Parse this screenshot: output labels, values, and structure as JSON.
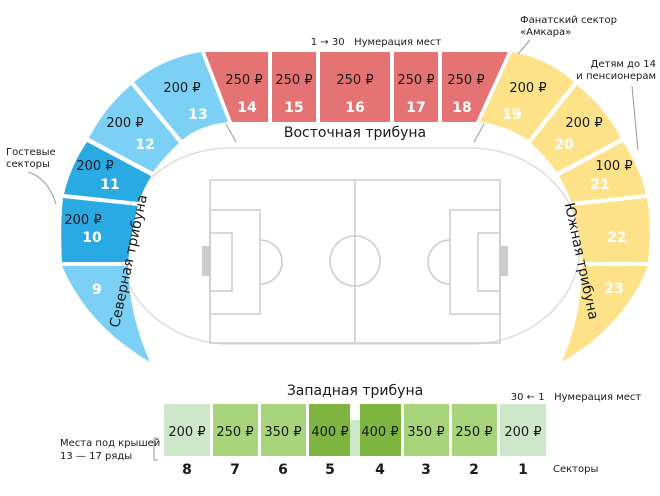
{
  "colors": {
    "east": "#e57373",
    "north_dark": "#29aae2",
    "north_light": "#7dd0f5",
    "south": "#fde28a",
    "west_light": "#cde8c8",
    "west_mid": "#a8d47b",
    "west_dark": "#7db540",
    "field": "#cccccc"
  },
  "stands": {
    "east": "Восточная трибуна",
    "north": "Северная трибуна",
    "south": "Южная трибуна",
    "west": "Западная трибуна"
  },
  "notes": {
    "east_numbering": "1 → 30   Нумерация мест",
    "fan_sector_line1": "Фанатский сектор",
    "fan_sector_line2": "«Амкара»",
    "kids_line1": "Детям до 14",
    "kids_line2": "и пенсионерам",
    "guest_line1": "Гостевые",
    "guest_line2": "секторы",
    "west_numbering": "30 ← 1   Нумерация мест",
    "roof_line1": "Места под крышей",
    "roof_line2": "13 — 17 ряды",
    "sectors_label": "Секторы"
  },
  "east_sectors": [
    {
      "num": "14",
      "price": "250 ₽"
    },
    {
      "num": "15",
      "price": "250 ₽"
    },
    {
      "num": "16",
      "price": "250 ₽"
    },
    {
      "num": "17",
      "price": "250 ₽"
    },
    {
      "num": "18",
      "price": "250 ₽"
    }
  ],
  "north_sectors": [
    {
      "num": "13",
      "price": "200 ₽"
    },
    {
      "num": "12",
      "price": "200 ₽"
    },
    {
      "num": "11",
      "price": "200 ₽"
    },
    {
      "num": "10",
      "price": "200 ₽"
    },
    {
      "num": "9",
      "price": ""
    }
  ],
  "south_sectors": [
    {
      "num": "19",
      "price": "200 ₽"
    },
    {
      "num": "20",
      "price": "200 ₽"
    },
    {
      "num": "21",
      "price": "100 ₽"
    },
    {
      "num": "22",
      "price": ""
    },
    {
      "num": "23",
      "price": ""
    }
  ],
  "west_sectors": [
    {
      "num": "8",
      "price": "200 ₽"
    },
    {
      "num": "7",
      "price": "250 ₽"
    },
    {
      "num": "6",
      "price": "350 ₽"
    },
    {
      "num": "5",
      "price": "400 ₽"
    },
    {
      "num": "4",
      "price": "400 ₽"
    },
    {
      "num": "3",
      "price": "350 ₽"
    },
    {
      "num": "2",
      "price": "250 ₽"
    },
    {
      "num": "1",
      "price": "200 ₽"
    }
  ]
}
